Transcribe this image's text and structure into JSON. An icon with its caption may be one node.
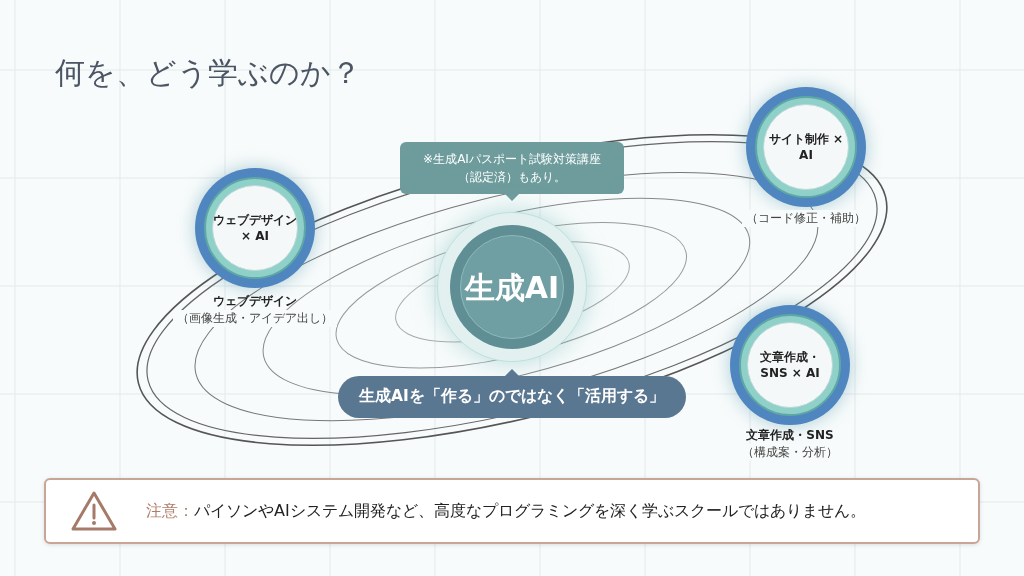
{
  "diagram": {
    "title": "何を、どう学ぶのか？",
    "nodes": [
      {
        "text": [
          "※生成AIパスポート試験対策講座（認定済）もあり。"
        ]
      },
      {
        "text": [
          "ウェブデザイン × AI"
        ],
        "beside": [
          "ウェブデザイン",
          "（画像生成・アイデア出し）"
        ]
      },
      {
        "text": [
          "生成AI"
        ]
      },
      {
        "text": [
          "サイト制作 × AI"
        ],
        "beside": [
          "（コード修正・補助）"
        ]
      },
      {
        "text": [
          "文章作成・SNS × AI"
        ],
        "beside": [
          "文章作成・SNS",
          "（構成案・分析）"
        ]
      },
      {
        "text": [
          "生成AIを「作る」のではなく「活用する」"
        ]
      },
      {
        "text": [
          "注意：",
          "パイソンやAIシステム開発など、高度なプログラミングを深く学ぶスクールではありません。"
        ]
      }
    ]
  }
}
